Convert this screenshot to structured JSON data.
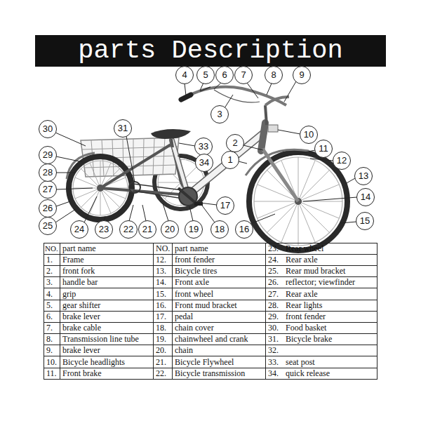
{
  "diagram": {
    "title": "parts Description",
    "nodes": [
      {
        "text": [
          "1"
        ]
      },
      {
        "text": [
          "2"
        ]
      },
      {
        "text": [
          "3"
        ]
      },
      {
        "text": [
          "4"
        ]
      },
      {
        "text": [
          "5"
        ]
      },
      {
        "text": [
          "6"
        ]
      },
      {
        "text": [
          "7"
        ]
      },
      {
        "text": [
          "8"
        ]
      },
      {
        "text": [
          "9"
        ]
      },
      {
        "text": [
          "10"
        ]
      },
      {
        "text": [
          "11"
        ]
      },
      {
        "text": [
          "12"
        ]
      },
      {
        "text": [
          "13"
        ]
      },
      {
        "text": [
          "14"
        ]
      },
      {
        "text": [
          "15"
        ]
      },
      {
        "text": [
          "16"
        ]
      },
      {
        "text": [
          "17"
        ]
      },
      {
        "text": [
          "18"
        ]
      },
      {
        "text": [
          "19"
        ]
      },
      {
        "text": [
          "20"
        ]
      },
      {
        "text": [
          "21"
        ]
      },
      {
        "text": [
          "22"
        ]
      },
      {
        "text": [
          "23"
        ]
      },
      {
        "text": [
          "24"
        ]
      },
      {
        "text": [
          "25"
        ]
      },
      {
        "text": [
          "26"
        ]
      },
      {
        "text": [
          "27"
        ]
      },
      {
        "text": [
          "28"
        ]
      },
      {
        "text": [
          "29"
        ]
      },
      {
        "text": [
          "30"
        ]
      },
      {
        "text": [
          "31"
        ]
      },
      {
        "text": [
          "33"
        ]
      },
      {
        "text": [
          "34"
        ]
      }
    ],
    "edges": [],
    "labels": [
      "NO.",
      "part name",
      "NO.",
      "part name",
      "23.",
      "Rear wheel",
      "1.",
      "Frame",
      "12.",
      "front fender",
      "24.",
      "Rear axle",
      "2.",
      "front fork",
      "13.",
      "Bicycle tires",
      "25.",
      "Rear mud bracket",
      "3.",
      "handle bar",
      "14.",
      "Front axle",
      "26.",
      "reflector; viewfinder",
      "4.",
      "grip",
      "15.",
      "front wheel",
      "27.",
      "Rear axle",
      "5.",
      "gear shifter",
      "16.",
      "Front mud bracket",
      "28.",
      "Rear lights",
      "6.",
      "brake lever",
      "17.",
      "pedal",
      "29.",
      "front fender",
      "7.",
      "brake cable",
      "18.",
      "chain cover",
      "30.",
      "Food basket",
      "8.",
      "Transmission line tube",
      "19.",
      "chainwheel and crank",
      "31.",
      "Bicycle brake",
      "9.",
      "brake lever",
      "20.",
      "chain",
      "32.",
      "10.",
      "Bicycle headlights",
      "21.",
      "Bicycle Flywheel",
      "33.",
      "seat post",
      "11.",
      "Front brake",
      "22.",
      "Bicycle transmission",
      "34.",
      "quick release"
    ]
  }
}
